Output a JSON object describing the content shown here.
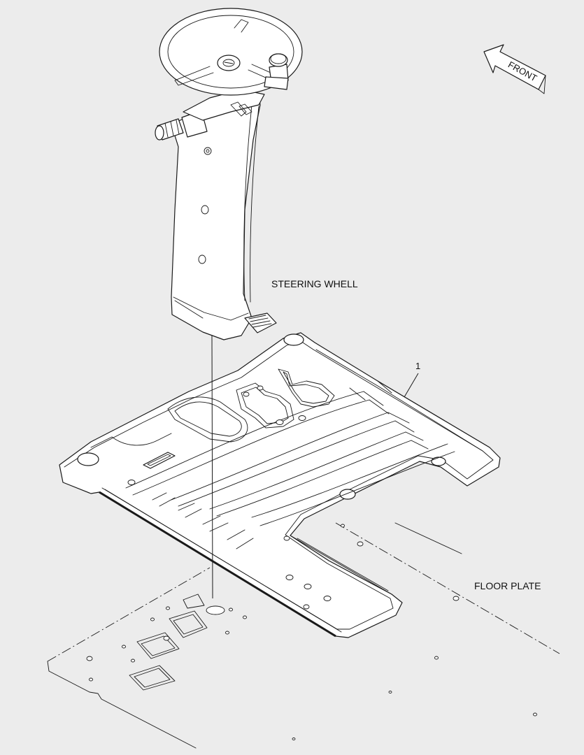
{
  "labels": {
    "steering_wheel": "STEERING WHELL",
    "floor_plate": "FLOOR PLATE",
    "callout_1": "1",
    "front": "FRONT"
  },
  "colors": {
    "background": "#ececec",
    "line": "#1a1a1a",
    "part_fill": "#ffffff"
  }
}
